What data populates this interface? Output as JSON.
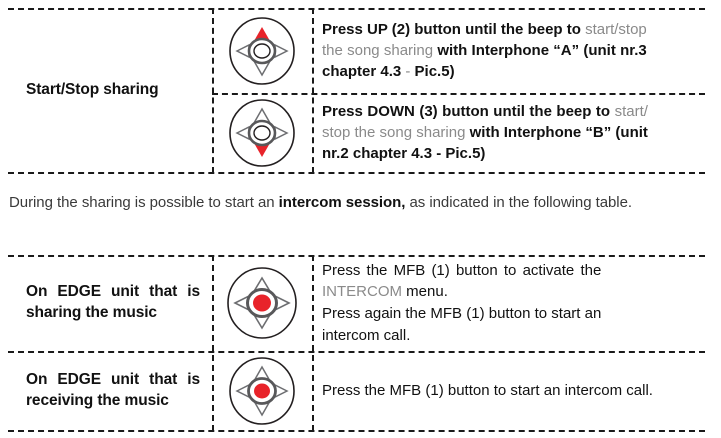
{
  "colors": {
    "accent_red": "#e8232a",
    "ring_gray": "#58585a",
    "outline_gray": "#6d6e71",
    "text_black": "#111111",
    "text_gray": "#8a8a8a",
    "para_gray": "#3a3a3a",
    "rule": "#1a1a1a"
  },
  "table_top": {
    "row_label": "Start/Stop sharing",
    "rows": [
      {
        "icon": "dpad-up-highlighted-icon",
        "icon_state": "up",
        "text_segments": [
          {
            "text": "Press UP (2) button until the beep to ",
            "style": "black"
          },
          {
            "text": "start/stop the song sharing ",
            "style": "gray"
          },
          {
            "text": "with Interphone “A” (unit nr.3 chapter 4.3 ",
            "style": "black"
          },
          {
            "text": "- ",
            "style": "gray"
          },
          {
            "text": "Pic.5)",
            "style": "black"
          }
        ],
        "lines": [
          {
            "l": "Press UP (2) button until the beep to ",
            "g": "start/stop",
            "justify": true
          },
          {
            "l": "",
            "g": "the song sharing ",
            "r": "with Interphone “A” (unit nr.3",
            "justify": true
          },
          {
            "l": "chapter 4.3 ",
            "g": "- ",
            "r": "Pic.5)",
            "justify": false
          }
        ]
      },
      {
        "icon": "dpad-down-highlighted-icon",
        "icon_state": "down",
        "text_segments": [
          {
            "text": "Press DOWN (3) button until the beep to ",
            "style": "black"
          },
          {
            "text": "start/stop the song sharing ",
            "style": "gray"
          },
          {
            "text": "with Interphone “B” (unit nr.2 chapter 4.3 - Pic.5)",
            "style": "black"
          }
        ],
        "lines": [
          {
            "l": "Press DOWN (3) button until the beep to ",
            "g": "start/",
            "justify": true
          },
          {
            "l": "",
            "g": "stop the song sharing ",
            "r": "with Interphone “B” (unit",
            "justify": true
          },
          {
            "l": "nr.2 chapter 4.3 - Pic.5)",
            "g": "",
            "r": "",
            "justify": false
          }
        ]
      }
    ]
  },
  "paragraph": {
    "before": "During the sharing is possible to start an ",
    "bold": "intercom session,",
    "after": " as indicated in the following table."
  },
  "table_bottom": {
    "rows": [
      {
        "label_line1": "On EDGE unit that is",
        "label_line2": "sharing the music",
        "icon": "dpad-center-highlighted-icon",
        "icon_state": "center",
        "text_lines": [
          {
            "l": "Press the MFB (1)  button to activate the",
            "g": "",
            "justify": true
          },
          {
            "l": "",
            "g": "INTERCOM",
            "r": " menu.",
            "justify": false
          },
          {
            "l": "Press again the MFB (1) button to start an",
            "g": "",
            "justify": true
          },
          {
            "l": "intercom call.",
            "g": "",
            "justify": false
          }
        ]
      },
      {
        "label_line1": "On EDGE unit that is",
        "label_line2": "receiving the music",
        "icon": "dpad-center-highlighted-icon",
        "icon_state": "center",
        "text_lines": [
          {
            "l": "Press the MFB (1) button to start an intercom call.",
            "g": "",
            "justify": false
          }
        ]
      }
    ]
  }
}
